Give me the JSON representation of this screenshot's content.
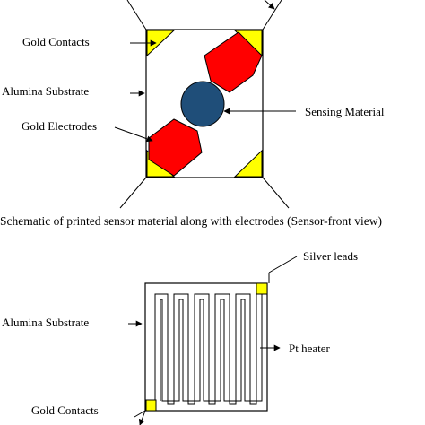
{
  "top_view": {
    "labels": {
      "gold_contacts": "Gold Contacts",
      "alumina_substrate": "Alumina Substrate",
      "gold_electrodes": "Gold Electrodes",
      "sensing_material": "Sensing Material"
    },
    "caption": "Schematic of printed sensor material along with electrodes (Sensor-front view)",
    "colors": {
      "gold": "#ffff00",
      "electrode": "#ff0000",
      "sensing": "#1f4e79",
      "outline": "#000000"
    }
  },
  "bottom_view": {
    "labels": {
      "silver_leads": "Silver leads",
      "alumina_substrate": "Alumina Substrate",
      "pt_heater": "Pt heater",
      "gold_contacts": "Gold Contacts"
    },
    "colors": {
      "gold": "#ffff00",
      "outline": "#000000"
    }
  }
}
